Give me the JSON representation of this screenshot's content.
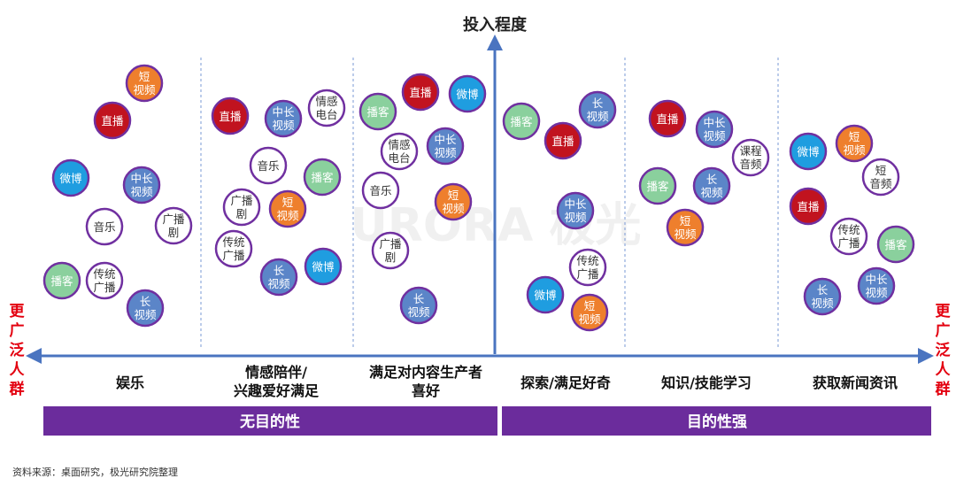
{
  "title": "投入程度",
  "left_label": "更广泛人群",
  "right_label": "更广泛人群",
  "footer": "资料来源：桌面研究，极光研究院整理",
  "watermark": "URORA 极光",
  "colors": {
    "axis": "#4a74c0",
    "purple_bar": "#6b2c9c",
    "red_label": "#e3000f",
    "live": "#c1131f",
    "short": "#ee7f2d",
    "weibo": "#1f9de0",
    "midlong": "#5b85c8",
    "podcast": "#8ad09d",
    "plain": "#ffffff",
    "border": "#7030a0"
  },
  "bands": [
    {
      "label": "无目的性"
    },
    {
      "label": "目的性强"
    }
  ],
  "categories": [
    {
      "label": "娱乐"
    },
    {
      "label": "情感陪伴/\n兴趣爱好满足"
    },
    {
      "label": "满足对内容生产者\n喜好"
    },
    {
      "label": "探索/满足好奇"
    },
    {
      "label": "知识/技能学习"
    },
    {
      "label": "获取新闻资讯"
    }
  ],
  "bubbles": [
    {
      "text": "短\n视频",
      "kind": "short",
      "group": 0
    },
    {
      "text": "直播",
      "kind": "live",
      "group": 0
    },
    {
      "text": "微博",
      "kind": "weibo",
      "group": 0
    },
    {
      "text": "中长\n视频",
      "kind": "midlong",
      "group": 0
    },
    {
      "text": "广播\n剧",
      "kind": "plain",
      "group": 0
    },
    {
      "text": "音乐",
      "kind": "plain",
      "group": 0
    },
    {
      "text": "播客",
      "kind": "podcast",
      "group": 0
    },
    {
      "text": "传统\n广播",
      "kind": "plain",
      "group": 0
    },
    {
      "text": "长\n视频",
      "kind": "midlong",
      "group": 0
    },
    {
      "text": "直播",
      "kind": "live",
      "group": 1
    },
    {
      "text": "中长\n视频",
      "kind": "midlong",
      "group": 1
    },
    {
      "text": "情感\n电台",
      "kind": "plain",
      "group": 1
    },
    {
      "text": "音乐",
      "kind": "plain",
      "group": 1
    },
    {
      "text": "播客",
      "kind": "podcast",
      "group": 1
    },
    {
      "text": "广播\n剧",
      "kind": "plain",
      "group": 1
    },
    {
      "text": "短\n视频",
      "kind": "short",
      "group": 1
    },
    {
      "text": "传统\n广播",
      "kind": "plain",
      "group": 1
    },
    {
      "text": "长\n视频",
      "kind": "midlong",
      "group": 1
    },
    {
      "text": "微博",
      "kind": "weibo",
      "group": 1
    },
    {
      "text": "直播",
      "kind": "live",
      "group": 2
    },
    {
      "text": "微博",
      "kind": "weibo",
      "group": 2
    },
    {
      "text": "播客",
      "kind": "podcast",
      "group": 2
    },
    {
      "text": "情感\n电台",
      "kind": "plain",
      "group": 2
    },
    {
      "text": "中长\n视频",
      "kind": "midlong",
      "group": 2
    },
    {
      "text": "音乐",
      "kind": "plain",
      "group": 2
    },
    {
      "text": "短\n视频",
      "kind": "short",
      "group": 2
    },
    {
      "text": "广播\n剧",
      "kind": "plain",
      "group": 2
    },
    {
      "text": "长\n视频",
      "kind": "midlong",
      "group": 2
    },
    {
      "text": "播客",
      "kind": "podcast",
      "group": 3
    },
    {
      "text": "长\n视频",
      "kind": "midlong",
      "group": 3
    },
    {
      "text": "直播",
      "kind": "live",
      "group": 3
    },
    {
      "text": "中长\n视频",
      "kind": "midlong",
      "group": 3
    },
    {
      "text": "传统\n广播",
      "kind": "plain",
      "group": 3
    },
    {
      "text": "微博",
      "kind": "weibo",
      "group": 3
    },
    {
      "text": "短\n视频",
      "kind": "short",
      "group": 3
    },
    {
      "text": "直播",
      "kind": "live",
      "group": 4
    },
    {
      "text": "中长\n视频",
      "kind": "midlong",
      "group": 4
    },
    {
      "text": "课程\n音频",
      "kind": "plain",
      "group": 4
    },
    {
      "text": "播客",
      "kind": "podcast",
      "group": 4
    },
    {
      "text": "长\n视频",
      "kind": "midlong",
      "group": 4
    },
    {
      "text": "短\n视频",
      "kind": "short",
      "group": 4
    },
    {
      "text": "短\n视频",
      "kind": "short",
      "group": 5
    },
    {
      "text": "微博",
      "kind": "weibo",
      "group": 5
    },
    {
      "text": "短\n音频",
      "kind": "plain",
      "group": 5
    },
    {
      "text": "直播",
      "kind": "live",
      "group": 5
    },
    {
      "text": "传统\n广播",
      "kind": "plain",
      "group": 5
    },
    {
      "text": "播客",
      "kind": "podcast",
      "group": 5
    },
    {
      "text": "长\n视频",
      "kind": "midlong",
      "group": 5
    },
    {
      "text": "中长\n视频",
      "kind": "midlong",
      "group": 5
    }
  ]
}
